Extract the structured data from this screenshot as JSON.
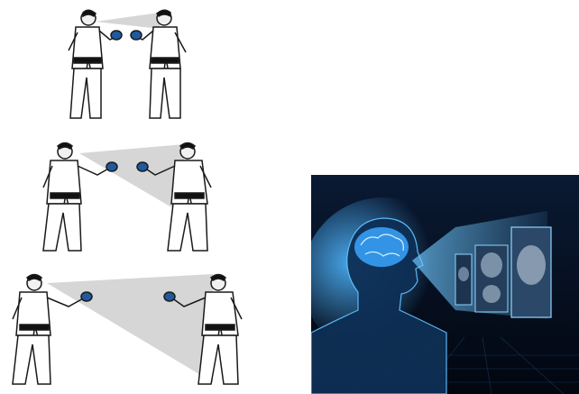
{
  "scene": {
    "description_free": true,
    "panels": [
      {
        "id": "karate-close",
        "figures": 2
      },
      {
        "id": "karate-medium",
        "figures": 2
      },
      {
        "id": "karate-far",
        "figures": 2
      }
    ],
    "colors": {
      "gi": "#ffffff",
      "outline": "#1a1a1a",
      "belt": "#111111",
      "glove": "#1f5a9e",
      "gaze_cone": "#cfcfcf",
      "brain_bg_top": "#0a1a33",
      "brain_bg_bottom": "#02060f",
      "brain_glow": "#4fb6ff"
    },
    "icons": [
      "karate-figure",
      "gaze-cone",
      "brain-hologram",
      "scan-screen"
    ]
  }
}
